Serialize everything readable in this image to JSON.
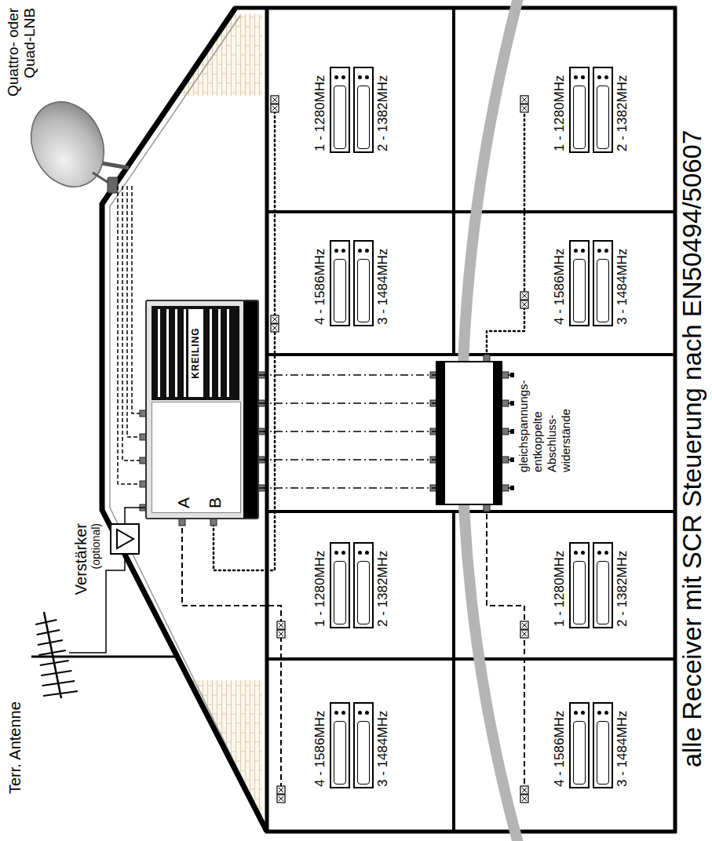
{
  "diagram": {
    "caption": "alle Receiver mit SCR Steuerung nach EN50494/50607",
    "nodes": [
      {
        "text": [
          "KREILING",
          "A",
          "B"
        ]
      },
      {
        "text": [
          "Verstärker",
          "(optional)"
        ]
      },
      {
        "text": [
          "gleichspannungs- entkoppelte Abschluss- widerstände"
        ]
      },
      {
        "text": [
          "1 - 1280MHz"
        ]
      },
      {
        "text": [
          "2 - 1382MHz"
        ]
      },
      {
        "text": [
          "4 - 1586MHz"
        ]
      },
      {
        "text": [
          "3 - 1484MHz"
        ]
      },
      {
        "text": [
          "1 - 1280MHz"
        ]
      },
      {
        "text": [
          "2 - 1382MHz"
        ]
      },
      {
        "text": [
          "4 - 1586MHz"
        ]
      },
      {
        "text": [
          "3 - 1484MHz"
        ]
      },
      {
        "text": [
          "1 - 1280MHz"
        ]
      },
      {
        "text": [
          "2 - 1382MHz"
        ]
      },
      {
        "text": [
          "4 - 1586MHz"
        ]
      },
      {
        "text": [
          "3 - 1484MHz"
        ]
      },
      {
        "text": [
          "1 - 1280MHz"
        ]
      },
      {
        "text": [
          "2 - 1382MHz"
        ]
      },
      {
        "text": [
          "4 - 1586MHz"
        ]
      },
      {
        "text": [
          "3 - 1484MHz"
        ]
      }
    ],
    "edges": [
      {
        "from": 1,
        "to": 0,
        "arrow": "none"
      },
      {
        "from": 0,
        "to": 2,
        "arrow": "none"
      },
      {
        "from": 0,
        "to": 2,
        "arrow": "none"
      },
      {
        "from": 0,
        "to": 2,
        "arrow": "none"
      },
      {
        "from": 0,
        "to": 2,
        "arrow": "none"
      },
      {
        "from": 0,
        "to": 2,
        "arrow": "none"
      }
    ],
    "labels": [
      "Terr. Antenne",
      "Quattro- oder Quad-LNB"
    ]
  }
}
